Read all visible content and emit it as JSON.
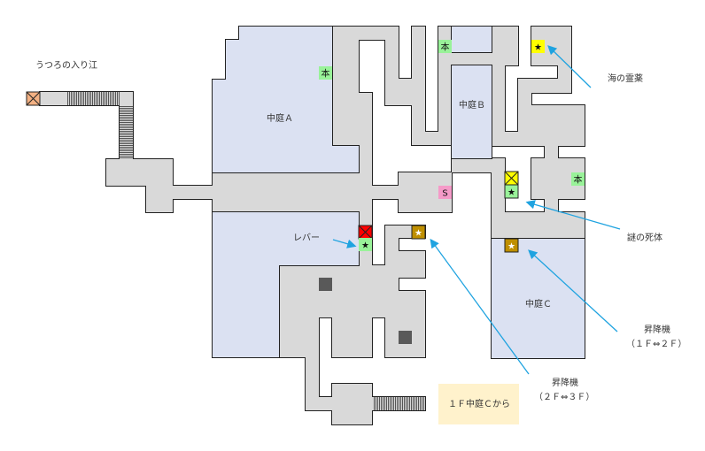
{
  "map": {
    "area_name": "うつろの入り江",
    "courtyards": {
      "a": "中庭Ａ",
      "b": "中庭Ｂ",
      "c": "中庭Ｃ"
    },
    "labels": {
      "lever": "レバー",
      "sea_elixir": "海の霊薬",
      "mystery_corpse": "謎の死体",
      "elevator_1": "昇降機",
      "elevator_1_floors": "（１Ｆ⇔２Ｆ）",
      "elevator_2": "昇降機",
      "elevator_2_floors": "（２Ｆ⇔３Ｆ）",
      "from_1f": "１Ｆ中庭Ｃから"
    },
    "markers": {
      "book": "本",
      "save": "S",
      "star": "★"
    },
    "colors": {
      "floor": "#d9d9d9",
      "courtyard": "#dbe1f2",
      "book": "#99f299",
      "save": "#f59ac8",
      "elixir": "#ffff00",
      "elevator": "#bf8f00",
      "lever": "#ff0000",
      "exit": "#f4b183",
      "pillar": "#595959",
      "note": "#fff2cc",
      "arrow": "#1fa3e0"
    }
  }
}
